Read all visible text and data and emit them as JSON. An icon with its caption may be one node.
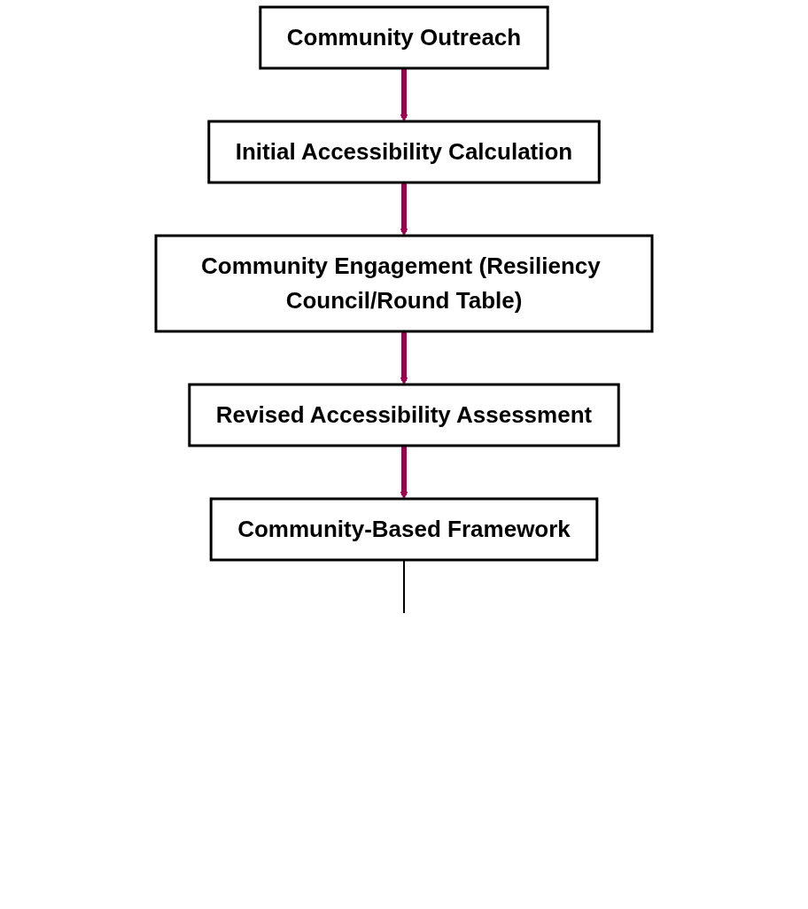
{
  "diagram": {
    "nodes": [
      {
        "text": [
          "Community Outreach"
        ]
      },
      {
        "text": [
          "Initial Accessibility Calculation"
        ]
      },
      {
        "text": [
          "Community Engagement (Resiliency Council/Round Table)"
        ]
      },
      {
        "text": [
          "Revised Accessibility Assessment"
        ]
      },
      {
        "text": [
          "Community-Based Framework"
        ]
      }
    ],
    "edges": [
      {
        "from": 0,
        "to": 1,
        "arrow": "to"
      },
      {
        "from": 1,
        "to": 2,
        "arrow": "to"
      },
      {
        "from": 2,
        "to": 3,
        "arrow": "to"
      },
      {
        "from": 3,
        "to": 4,
        "arrow": "to"
      },
      {
        "from": 4,
        "to": null,
        "arrow": "none",
        "color": "#000000"
      }
    ]
  }
}
